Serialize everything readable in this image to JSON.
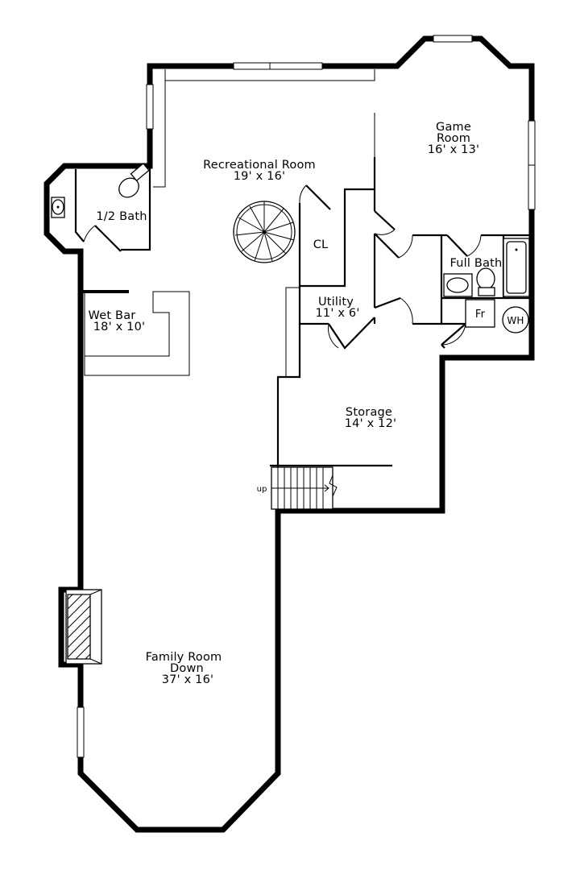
{
  "rooms": {
    "recreational": {
      "name": "Recreational Room",
      "size": "19' x 16'"
    },
    "game": {
      "name1": "Game",
      "name2": "Room",
      "size": "16' x 13'"
    },
    "half_bath": {
      "name": "1/2 Bath"
    },
    "closet": {
      "name": "CL"
    },
    "full_bath": {
      "name": "Full Bath"
    },
    "wet_bar": {
      "name": "Wet Bar",
      "size": "18' x 10'"
    },
    "utility": {
      "name": "Utility",
      "size": "11' x 6'"
    },
    "storage": {
      "name": "Storage",
      "size": "14' x 12'"
    },
    "family": {
      "name1": "Family Room",
      "name2": "Down",
      "size": "37' x 16'"
    }
  },
  "fixtures": {
    "fridge": "Fr",
    "water_heater": "WH",
    "stairs": "up"
  }
}
